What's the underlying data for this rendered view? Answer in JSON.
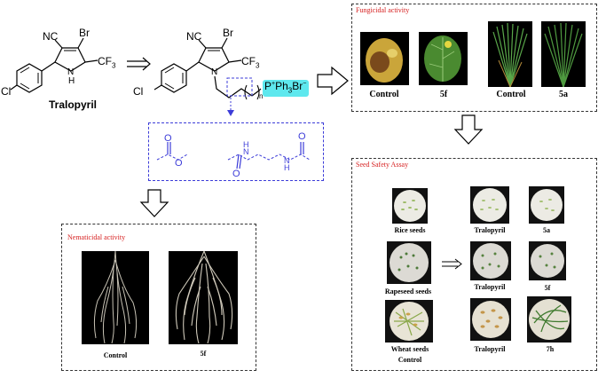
{
  "molecule": {
    "name": "Tralopyril",
    "cn_left": "NC",
    "br_left": "Br",
    "cf3_left": "CF",
    "cf3_sub": "3",
    "nh": "N",
    "nh_h": "H",
    "cl_left": "Cl",
    "cn_right": "NC",
    "br_right": "Br",
    "cf3_right": "CF",
    "cf3_right_sub": "3",
    "n_right": "N",
    "cl_right": "Cl",
    "chain_n": "n",
    "phosphonium": "P",
    "phosphonium_charge": "+",
    "ph": "Ph",
    "ph_sub": "3",
    "br_counter": "Br",
    "br_counter_charge": "−",
    "linker_o": "O",
    "linker_h1": "H",
    "linker_n1": "N",
    "linker_h2": "H",
    "linker_n2": "N",
    "linker_o2": "O",
    "linker_o3": "O"
  },
  "fungicidal": {
    "title": "Fungicidal activity",
    "labels": [
      "Control",
      "5f",
      "Control",
      "5a"
    ]
  },
  "nematicidal": {
    "title": "Nematicidal activity",
    "labels": [
      "Control",
      "5f"
    ]
  },
  "seed_safety": {
    "title": "Seed Safety Assay",
    "rows": [
      {
        "seed": "Rice seeds",
        "ref": "Tralopyril",
        "test": "5a"
      },
      {
        "seed": "Rapeseed seeds",
        "ref": "Tralopyril",
        "test": "5f"
      },
      {
        "seed": "Wheat seeds",
        "ref": "Tralopyril",
        "test": "7h"
      }
    ],
    "control_label": "Control"
  },
  "colors": {
    "title_red": "#d62020",
    "dashed_blue": "#3c3cd8",
    "cyan_box": "#5ee8ee"
  }
}
